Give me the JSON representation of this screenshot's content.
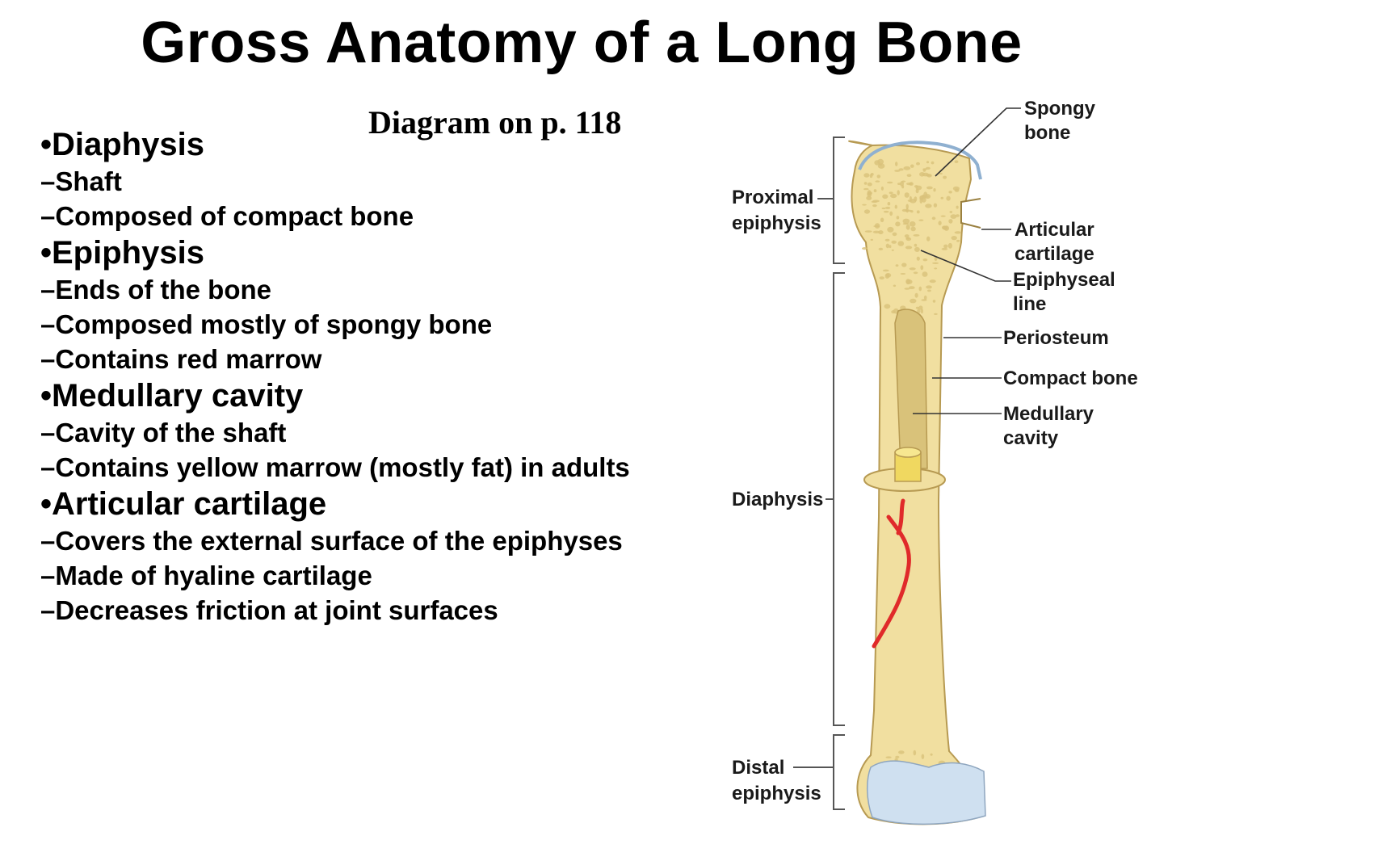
{
  "title": "Gross Anatomy of a Long Bone",
  "subtitle": "Diagram on p. 118",
  "sections": [
    {
      "heading": "•Diaphysis",
      "items": [
        "–Shaft",
        "–Composed of compact bone"
      ]
    },
    {
      "heading": "•Epiphysis",
      "items": [
        "–Ends of the bone",
        "–Composed mostly of spongy bone",
        "–Contains red marrow"
      ]
    },
    {
      "heading": "•Medullary cavity",
      "items": [
        "–Cavity of the shaft",
        "–Contains yellow marrow (mostly fat) in adults"
      ]
    },
    {
      "heading": "•Articular cartilage",
      "items": [
        "–Covers the external surface of the epiphyses",
        "–Made of hyaline cartilage",
        "–Decreases friction at joint surfaces"
      ]
    }
  ],
  "diagram": {
    "labels": {
      "spongy_bone": [
        "Spongy",
        "bone"
      ],
      "articular_cartilage": [
        "Articular",
        "cartilage"
      ],
      "epiphyseal_line": [
        "Epiphyseal",
        "line"
      ],
      "periosteum": [
        "Periosteum"
      ],
      "compact_bone": [
        "Compact bone"
      ],
      "medullary_cavity": [
        "Medullary",
        "cavity"
      ],
      "proximal_epiphysis": [
        "Proximal",
        "epiphysis"
      ],
      "diaphysis": [
        "Diaphysis"
      ],
      "distal_epiphysis": [
        "Distal",
        "epiphysis"
      ]
    },
    "colors": {
      "bone": "#f1dfa0",
      "bone_shadow": "#d9c27a",
      "cartilage": "#cfe0f0",
      "periosteum": "#8fb0d0",
      "artery": "#e02a2a"
    }
  }
}
